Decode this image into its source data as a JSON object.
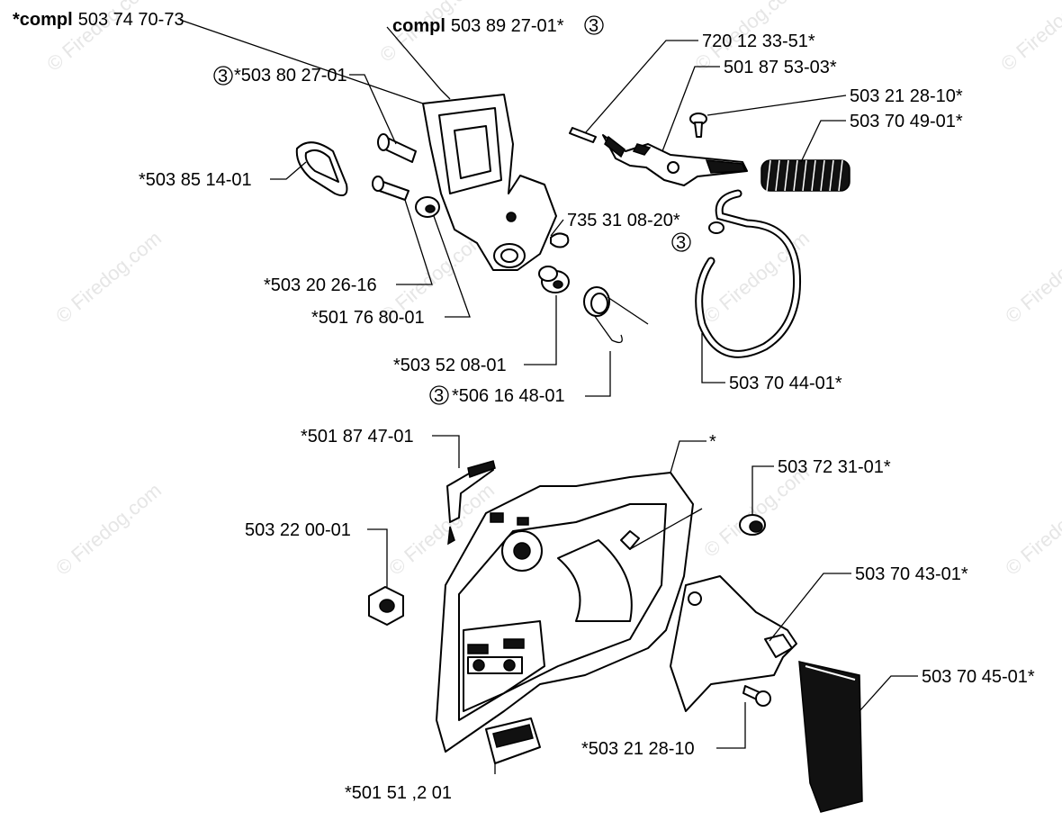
{
  "header": {
    "compl_label": "compl",
    "assembly_main_prefix": "*",
    "assembly_main": "503 74 70-73",
    "assembly_sub": "503 89 27-01*"
  },
  "markers": {
    "circled": "3"
  },
  "watermark": {
    "text": "© Firedog.com"
  },
  "parts": {
    "p_720_12_33_51": "720 12 33-51*",
    "p_501_87_53_03": "501 87 53-03*",
    "p_503_21_28_10_top": "503 21 28-10*",
    "p_503_70_49_01": "503 70  49-01*",
    "p_503_80_27_01": "*503 80 27-01",
    "p_503_85_14_01": "*503 85 14-01",
    "p_735_31_08_20": "735 31 08-20*",
    "p_503_20_26_16": "*503 20 26-16",
    "p_501_76_80_01": "*501 76 80-01",
    "p_503_52_08_01": "*503 52 08-01",
    "p_506_16_48_01": "*506 16 48-01",
    "p_503_70_44_01": "503 70 44-01*",
    "p_501_87_47_01": "*501 87 47-01",
    "p_star": "*",
    "p_503_72_31_01": "503 72 31-01*",
    "p_503_22_00_01": "503 22 00-01",
    "p_503_70_43_01": "503 70 43-01*",
    "p_503_70_45_01": "503 70 45-01*",
    "p_503_21_28_10_bottom": "*503 21 28-10",
    "p_501_51_partial": "*501 51 ,2 01"
  }
}
